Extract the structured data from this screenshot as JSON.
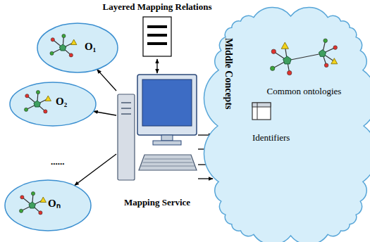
{
  "diagram": {
    "nodes": [
      {
        "text": [
          "Layered Mapping Relations"
        ]
      },
      {
        "text": [
          "O₁"
        ]
      },
      {
        "text": [
          "O₂"
        ]
      },
      {
        "text": [
          "Oₙ"
        ]
      },
      {
        "text": [
          "Mapping Service"
        ]
      },
      {
        "text": [
          "Middle Concepts"
        ]
      },
      {
        "text": [
          "Common ontologies"
        ],
        "in": 5
      },
      {
        "text": [
          "Identifiers"
        ],
        "in": 5
      }
    ],
    "edges": [
      {
        "from": 0,
        "to": 4,
        "arrow": "both"
      },
      {
        "from": 4,
        "to": 1,
        "arrow": "to"
      },
      {
        "from": 4,
        "to": 2,
        "arrow": "to"
      },
      {
        "from": 4,
        "to": 3,
        "arrow": "to"
      },
      {
        "from": 4,
        "to": 5,
        "arrow": "to"
      },
      {
        "from": 4,
        "to": 5,
        "arrow": "to"
      },
      {
        "from": 4,
        "to": 5,
        "arrow": "to"
      },
      {
        "from": 4,
        "to": 5,
        "arrow": "to"
      }
    ],
    "labels": [
      "......"
    ]
  }
}
